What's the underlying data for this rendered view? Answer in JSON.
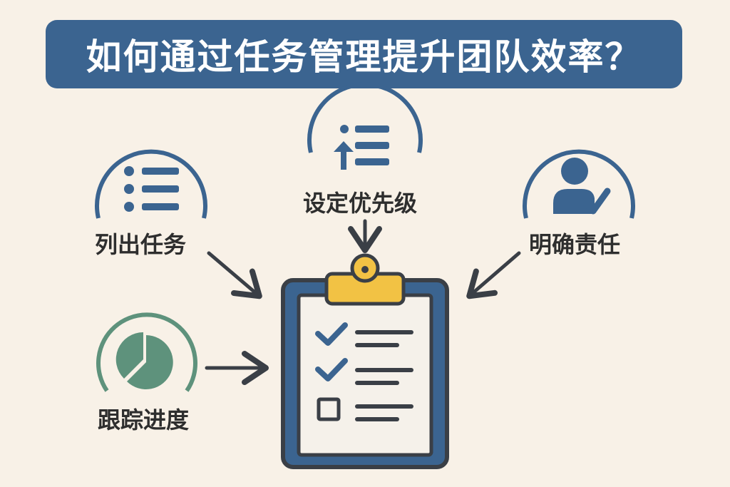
{
  "title": "如何通过任务管理提升团队效率？",
  "nodes": {
    "list_tasks": {
      "label": "列出任务",
      "icon": "bullet-list-icon"
    },
    "set_priority": {
      "label": "设定优先级",
      "icon": "priority-list-icon"
    },
    "clarify_responsibility": {
      "label": "明确责任",
      "icon": "user-check-icon"
    },
    "track_progress": {
      "label": "跟踪进度",
      "icon": "pie-chart-icon"
    }
  },
  "center": {
    "icon": "clipboard-checklist-icon"
  },
  "colors": {
    "background": "#f8f1e7",
    "banner": "#3b6490",
    "blue": "#3b6490",
    "green": "#5e927c",
    "clip": "#f2c244",
    "dark": "#3a3f46",
    "paper": "#f5f1ea"
  }
}
